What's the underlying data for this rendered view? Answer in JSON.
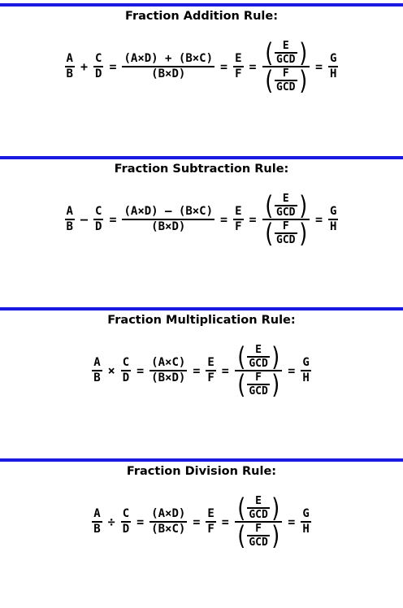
{
  "sections": [
    {
      "title": "Fraction  Addition Rule:",
      "lhs_op": "+",
      "step_num": "(A×D) + (B×C)",
      "step_den": "(B×D)"
    },
    {
      "title": "Fraction Subtraction Rule:",
      "lhs_op": "–",
      "step_num": "(A×D) – (B×C)",
      "step_den": "(B×D)"
    },
    {
      "title": "Fraction Multiplication Rule:",
      "lhs_op": "×",
      "step_num": "(A×C)",
      "step_den": "(B×D)"
    },
    {
      "title": "Fraction Division Rule:",
      "lhs_op": "÷",
      "step_num": "(A×D)",
      "step_den": "(B×C)"
    }
  ],
  "symbols": {
    "A": "A",
    "B": "B",
    "C": "C",
    "D": "D",
    "E": "E",
    "F": "F",
    "G": "G",
    "H": "H",
    "GCD": "GCD",
    "equals": "="
  }
}
